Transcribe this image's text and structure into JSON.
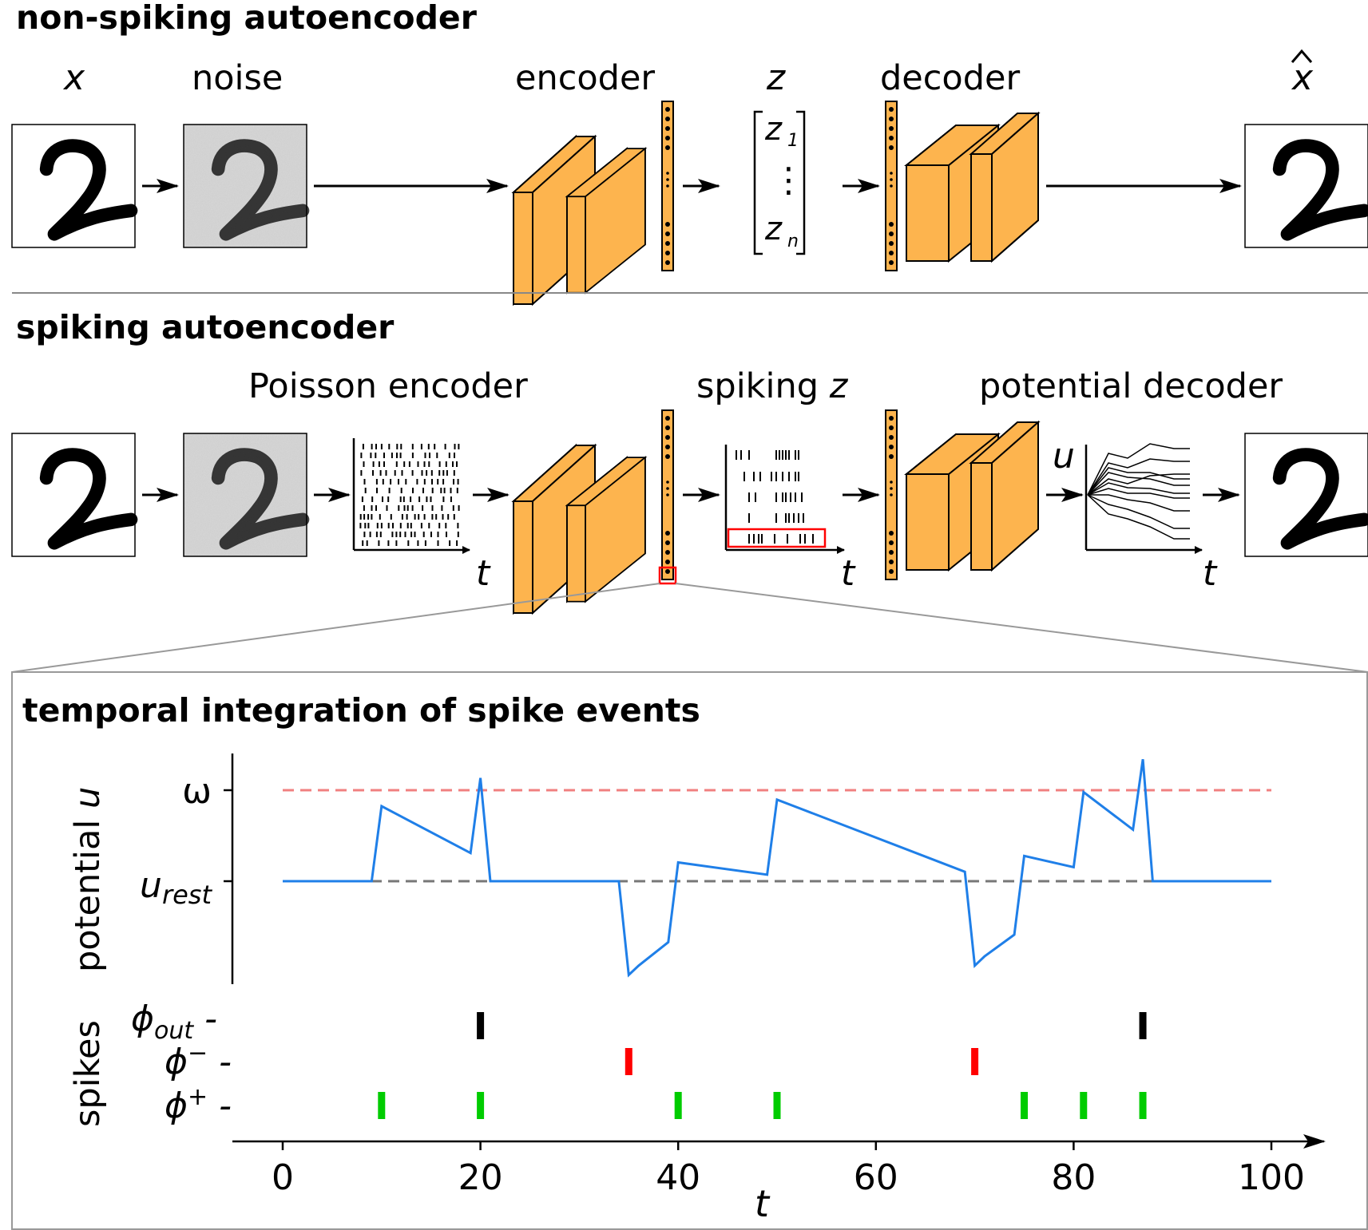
{
  "sections": {
    "non_spiking_title": "non-spiking autoencoder",
    "spiking_title": "spiking autoencoder",
    "integration_title": "temporal integration of spike events"
  },
  "top_labels": {
    "x": "x",
    "noise": "noise",
    "encoder": "encoder",
    "z": "z",
    "decoder": "decoder",
    "x_hat": "x"
  },
  "latent_vector": {
    "first": "z",
    "first_sub": "1",
    "last": "z",
    "last_sub": "n",
    "ellipsis": "⋮"
  },
  "spiking_labels": {
    "poisson_encoder": "Poisson encoder",
    "spiking_z_prefix": "spiking ",
    "spiking_z_var": "z",
    "potential_decoder": "potential decoder",
    "t": "t",
    "u": "u"
  },
  "chart_data": {
    "type": "line",
    "ylabel_top": "potential u",
    "ylabel_bottom": "spikes",
    "y_ticks": [
      "ω",
      "u_rest"
    ],
    "xlabel": "t",
    "x_ticks": [
      0,
      20,
      40,
      60,
      80,
      100
    ],
    "xlim": [
      0,
      100
    ],
    "series": [
      {
        "x": [
          0,
          9,
          10,
          19,
          20,
          21,
          34,
          35,
          36,
          39,
          40,
          49,
          50,
          69,
          70,
          71,
          74,
          75,
          80,
          81,
          86,
          87,
          88,
          100
        ],
        "y": [
          0,
          0,
          0.8,
          0.3,
          1.1,
          0,
          0,
          -1.0,
          -0.9,
          -0.65,
          0.2,
          0.07,
          0.87,
          0.1,
          -0.9,
          -0.8,
          -0.57,
          0.27,
          0.15,
          0.95,
          0.55,
          1.3,
          0,
          0
        ]
      }
    ],
    "reference_lines": {
      "omega": 0.97,
      "u_rest": 0
    },
    "spikes": {
      "phi_out": {
        "label": "ϕ",
        "sub": "out",
        "color": "#000000",
        "times": [
          20,
          87
        ]
      },
      "phi_minus": {
        "label": "ϕ",
        "sup": "−",
        "color": "#ff0000",
        "times": [
          35,
          70
        ]
      },
      "phi_plus": {
        "label": "ϕ",
        "sup": "+",
        "color": "#00cc00",
        "times": [
          10,
          20,
          40,
          50,
          75,
          81,
          87
        ]
      }
    },
    "colors": {
      "potential": "#1f7fe8",
      "omega_line": "#f08080",
      "rest_line": "#777777"
    }
  },
  "colors": {
    "block_fill": "#fdb44e",
    "highlight": "#ff0000"
  }
}
